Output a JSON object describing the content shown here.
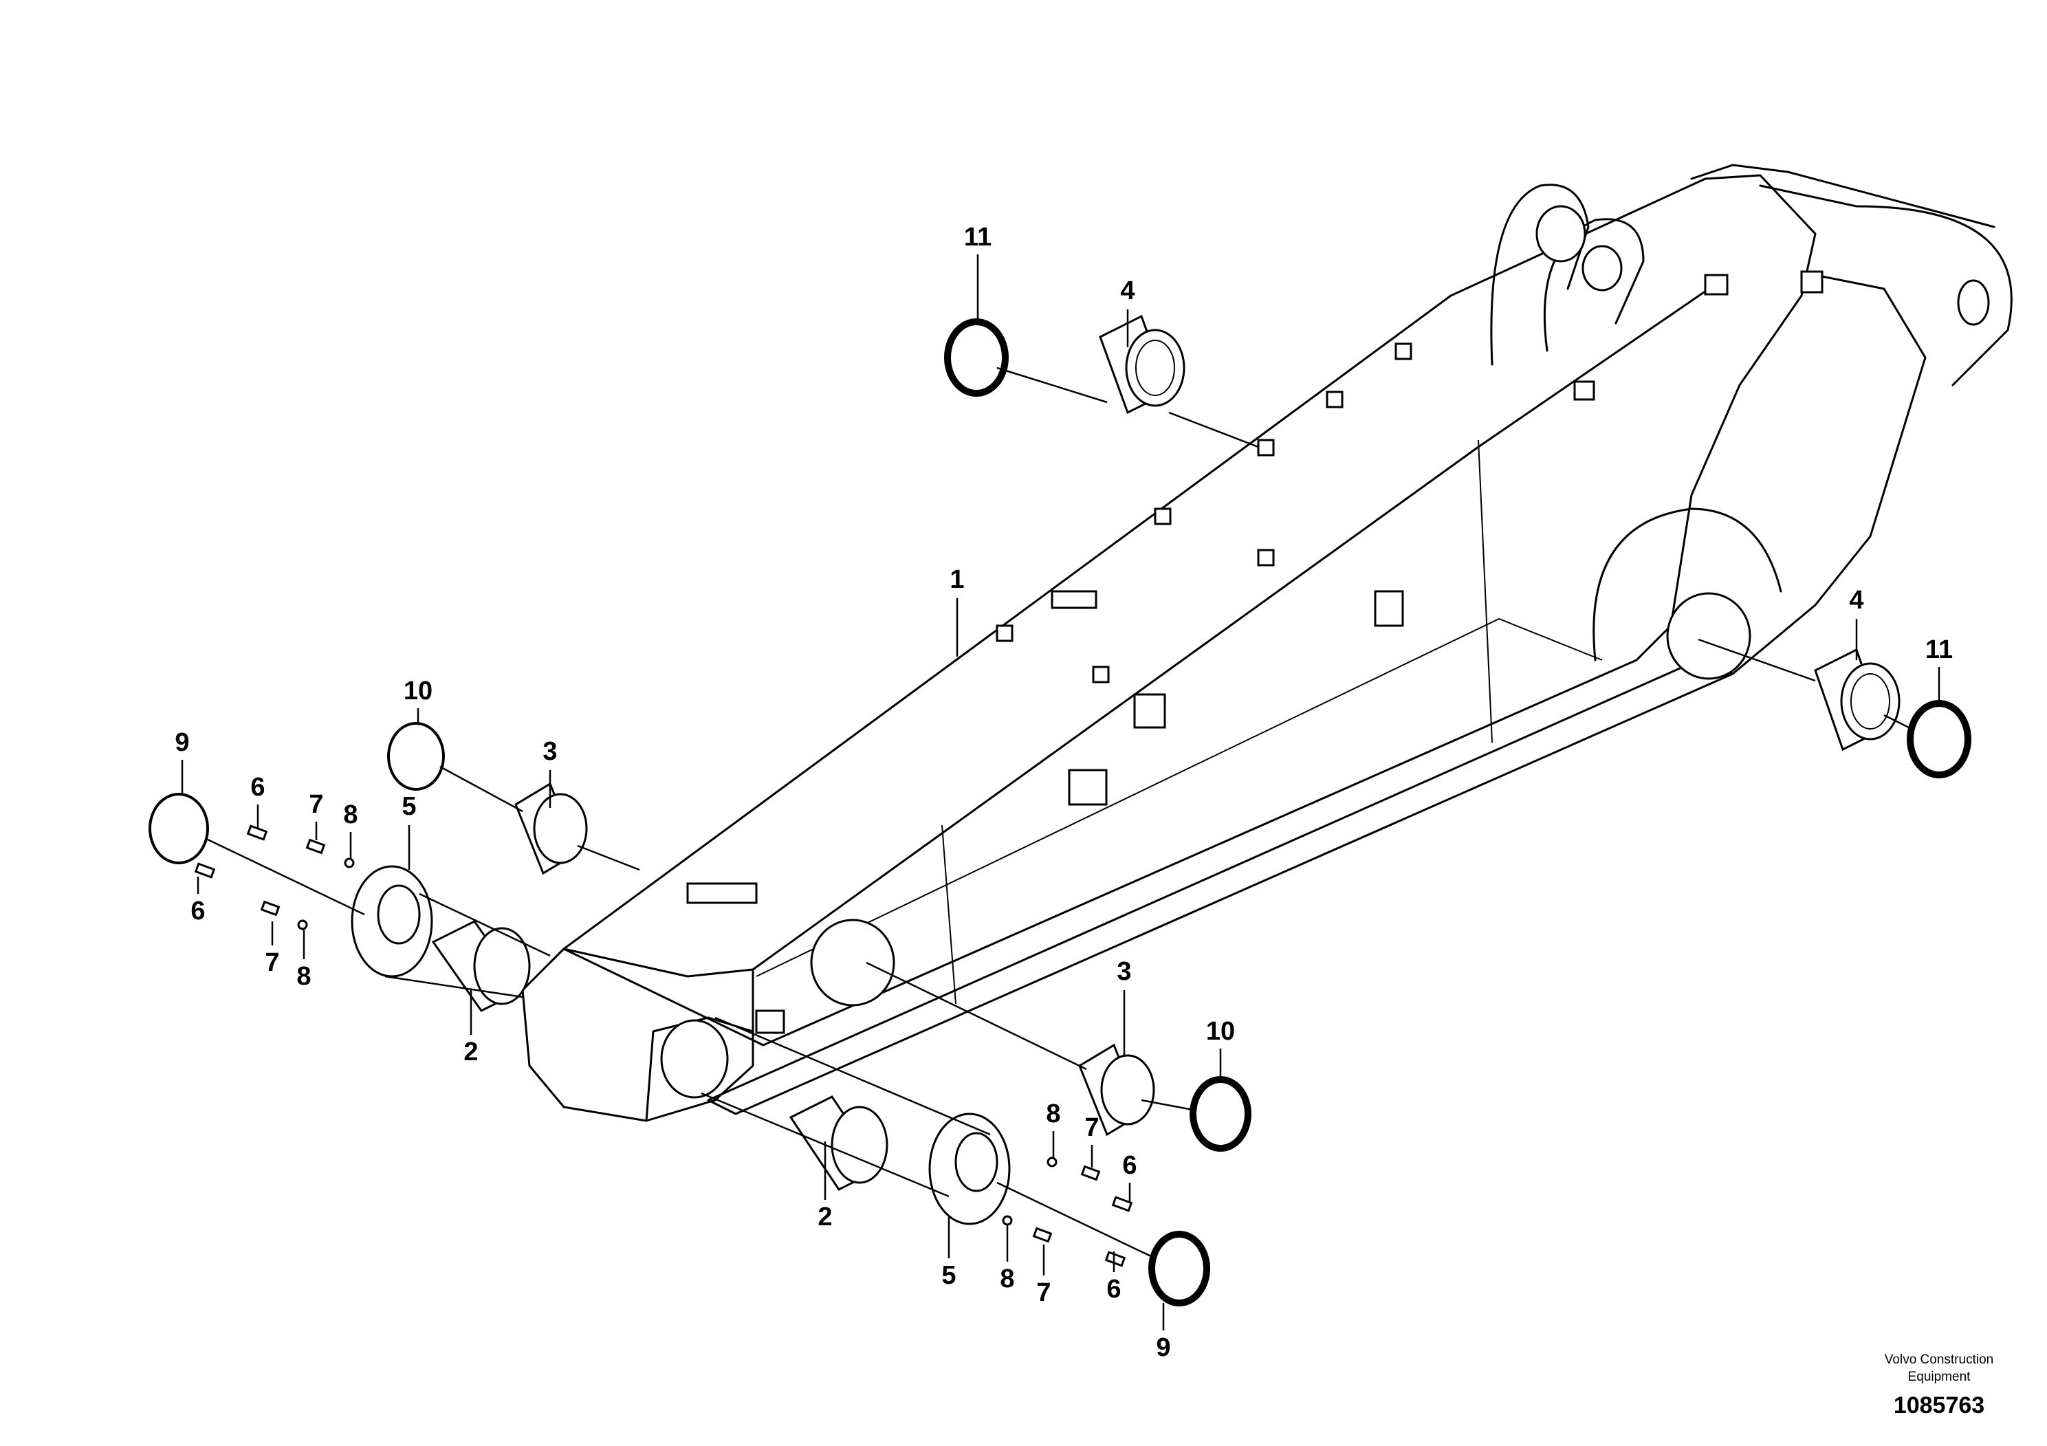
{
  "callouts": [
    {
      "id": "c1",
      "text": "1"
    },
    {
      "id": "c2a",
      "text": "2"
    },
    {
      "id": "c2b",
      "text": "2"
    },
    {
      "id": "c3a",
      "text": "3"
    },
    {
      "id": "c3b",
      "text": "3"
    },
    {
      "id": "c4a",
      "text": "4"
    },
    {
      "id": "c4b",
      "text": "4"
    },
    {
      "id": "c5a",
      "text": "5"
    },
    {
      "id": "c5b",
      "text": "5"
    },
    {
      "id": "c6a",
      "text": "6"
    },
    {
      "id": "c6b",
      "text": "6"
    },
    {
      "id": "c6c",
      "text": "6"
    },
    {
      "id": "c6d",
      "text": "6"
    },
    {
      "id": "c7a",
      "text": "7"
    },
    {
      "id": "c7b",
      "text": "7"
    },
    {
      "id": "c7c",
      "text": "7"
    },
    {
      "id": "c7d",
      "text": "7"
    },
    {
      "id": "c8a",
      "text": "8"
    },
    {
      "id": "c8b",
      "text": "8"
    },
    {
      "id": "c8c",
      "text": "8"
    },
    {
      "id": "c8d",
      "text": "8"
    },
    {
      "id": "c9a",
      "text": "9"
    },
    {
      "id": "c9b",
      "text": "9"
    },
    {
      "id": "c10a",
      "text": "10"
    },
    {
      "id": "c10b",
      "text": "10"
    },
    {
      "id": "c11a",
      "text": "11"
    },
    {
      "id": "c11b",
      "text": "11"
    }
  ],
  "footer": {
    "brand_line1": "Volvo Construction",
    "brand_line2": "Equipment",
    "drawing_number": "1085763"
  }
}
